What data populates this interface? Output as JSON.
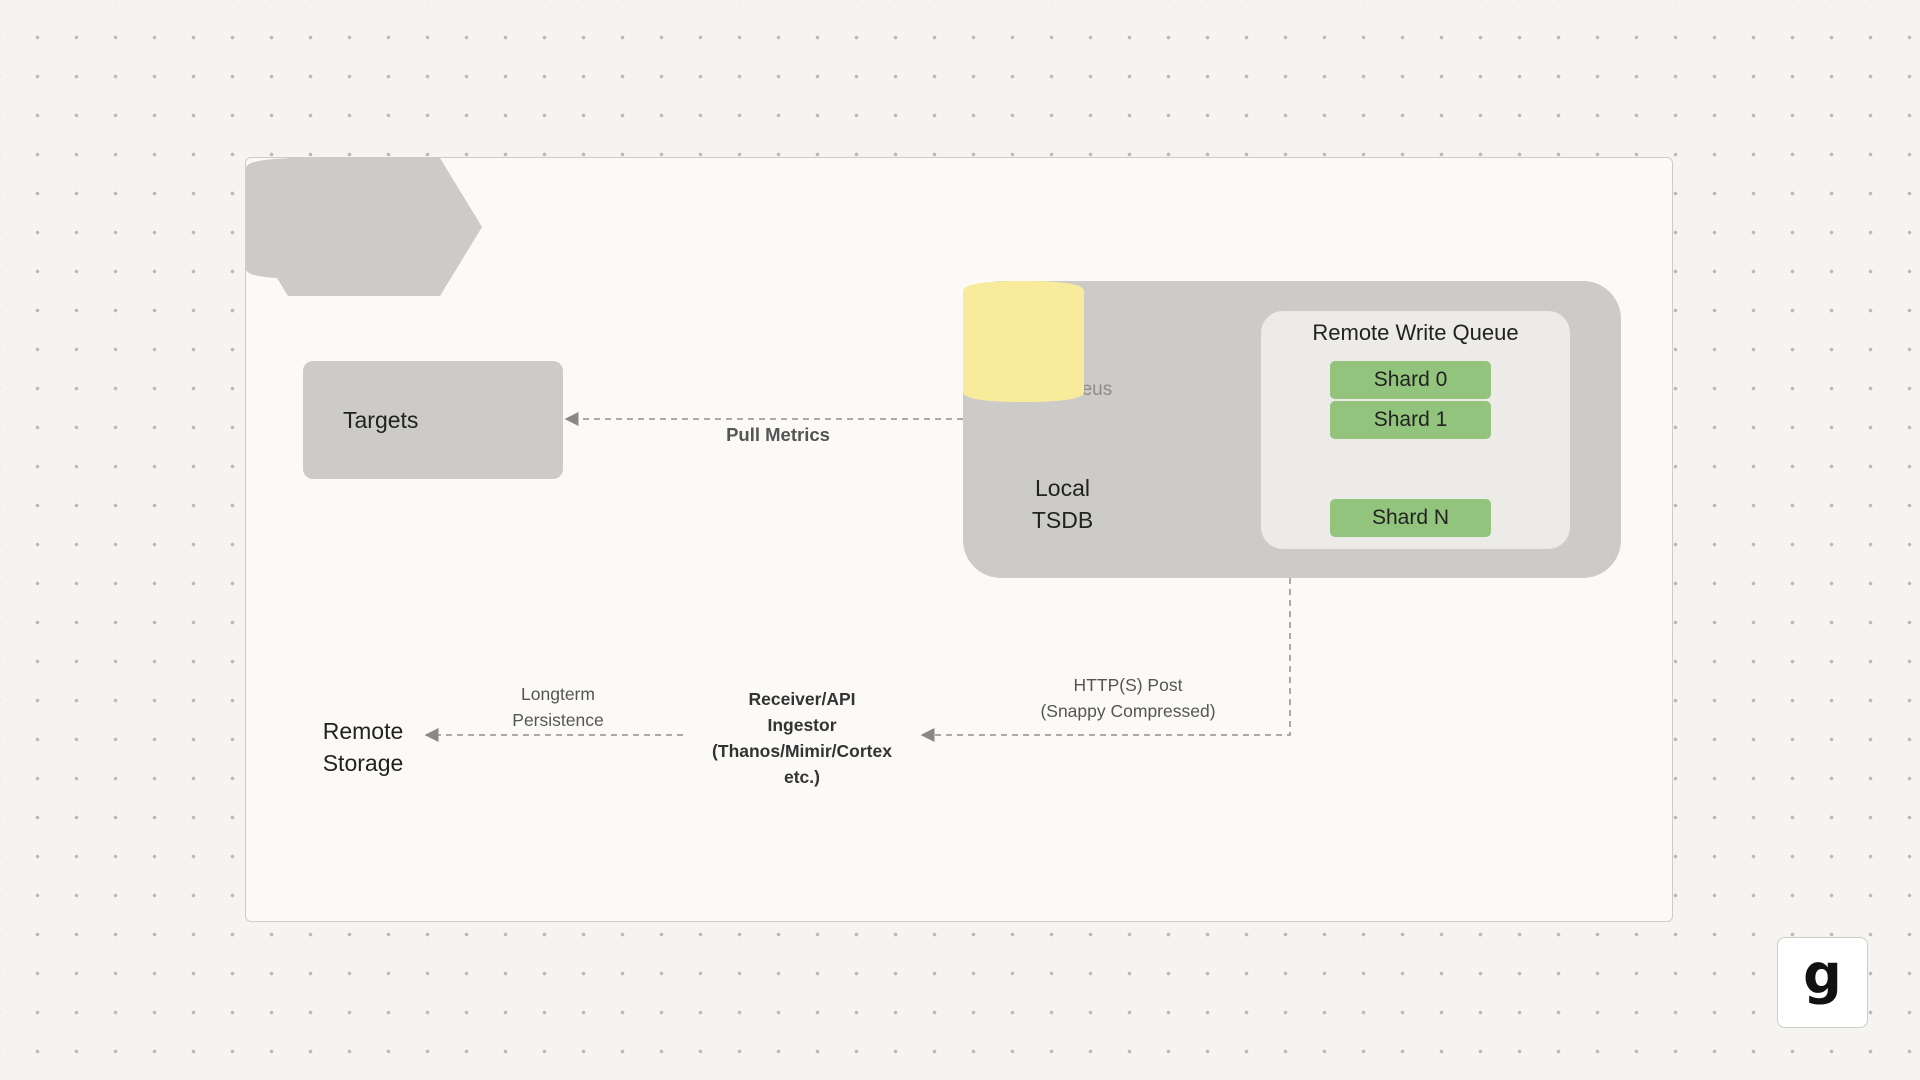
{
  "diagram": {
    "nodes": {
      "targets": "Targets",
      "prometheus": "Prometheus",
      "local_tsdb": "Local\nTSDB",
      "remote_write_queue": "Remote Write Queue",
      "shards": [
        "Shard 0",
        "Shard 1",
        "Shard N"
      ],
      "remote_storage": "Remote\nStorage",
      "receiver": "Receiver/API\nIngestor\n(Thanos/Mimir/Cortex\netc.)"
    },
    "edges": {
      "pull_metrics": "Pull Metrics",
      "http_post": "HTTP(S) Post\n(Snappy Compressed)",
      "longterm": "Longterm\nPersistence"
    }
  },
  "brand": {
    "logo_letter": "g"
  },
  "colors": {
    "prometheus_orange": "#e6522c",
    "shard_green": "#93c47d",
    "tsdb_yellow": "#f8ec9c",
    "node_gray": "#cccbc8"
  }
}
